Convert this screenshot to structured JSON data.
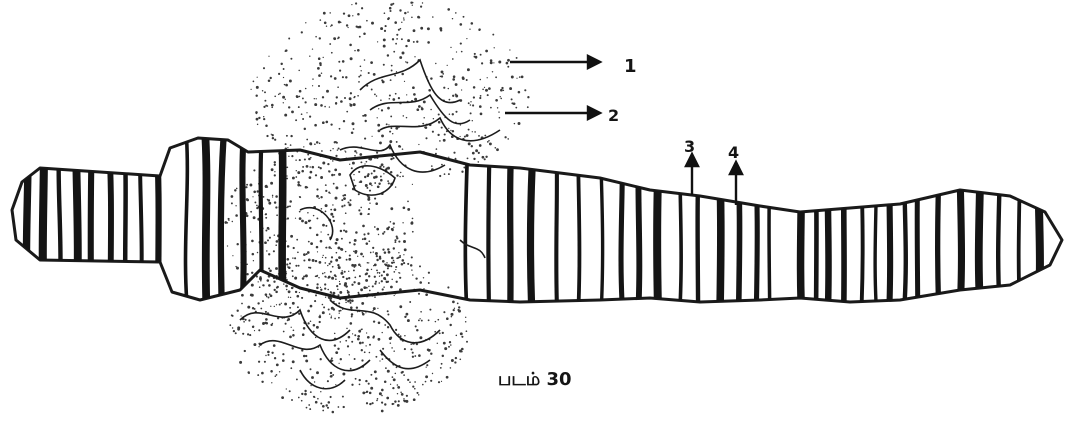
{
  "figure": {
    "labels": {
      "label_1": "1",
      "label_2": "2",
      "label_3": "3",
      "label_4": "4"
    },
    "caption": "படம் 30"
  }
}
